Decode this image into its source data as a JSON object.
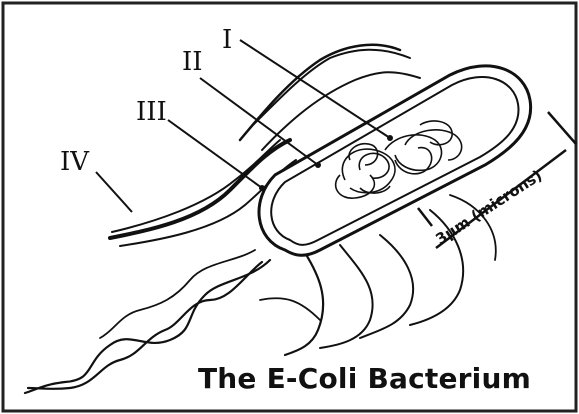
{
  "labels": {
    "i": "I",
    "ii": "II",
    "iii": "III",
    "iv": "IV"
  },
  "scale": "3μm (microns)",
  "title": "The E-Coli Bacterium"
}
